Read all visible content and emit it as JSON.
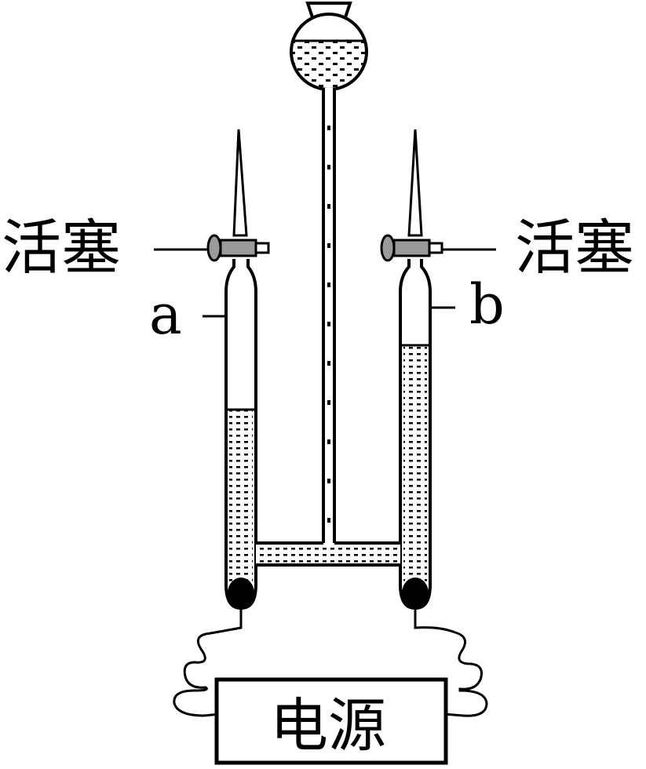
{
  "labels": {
    "stopcock_left": "活塞",
    "stopcock_right": "活塞",
    "electrode_a": "a",
    "electrode_b": "b",
    "power_supply": "电源"
  },
  "colors": {
    "ink": "#000000",
    "paper": "#ffffff",
    "stopcock_gray": "#9a9a9a"
  },
  "icons": {
    "funnel": "reservoir-funnel-icon",
    "stopcock": "stopcock-valve-icon",
    "electrode": "electrode-blob-icon"
  }
}
